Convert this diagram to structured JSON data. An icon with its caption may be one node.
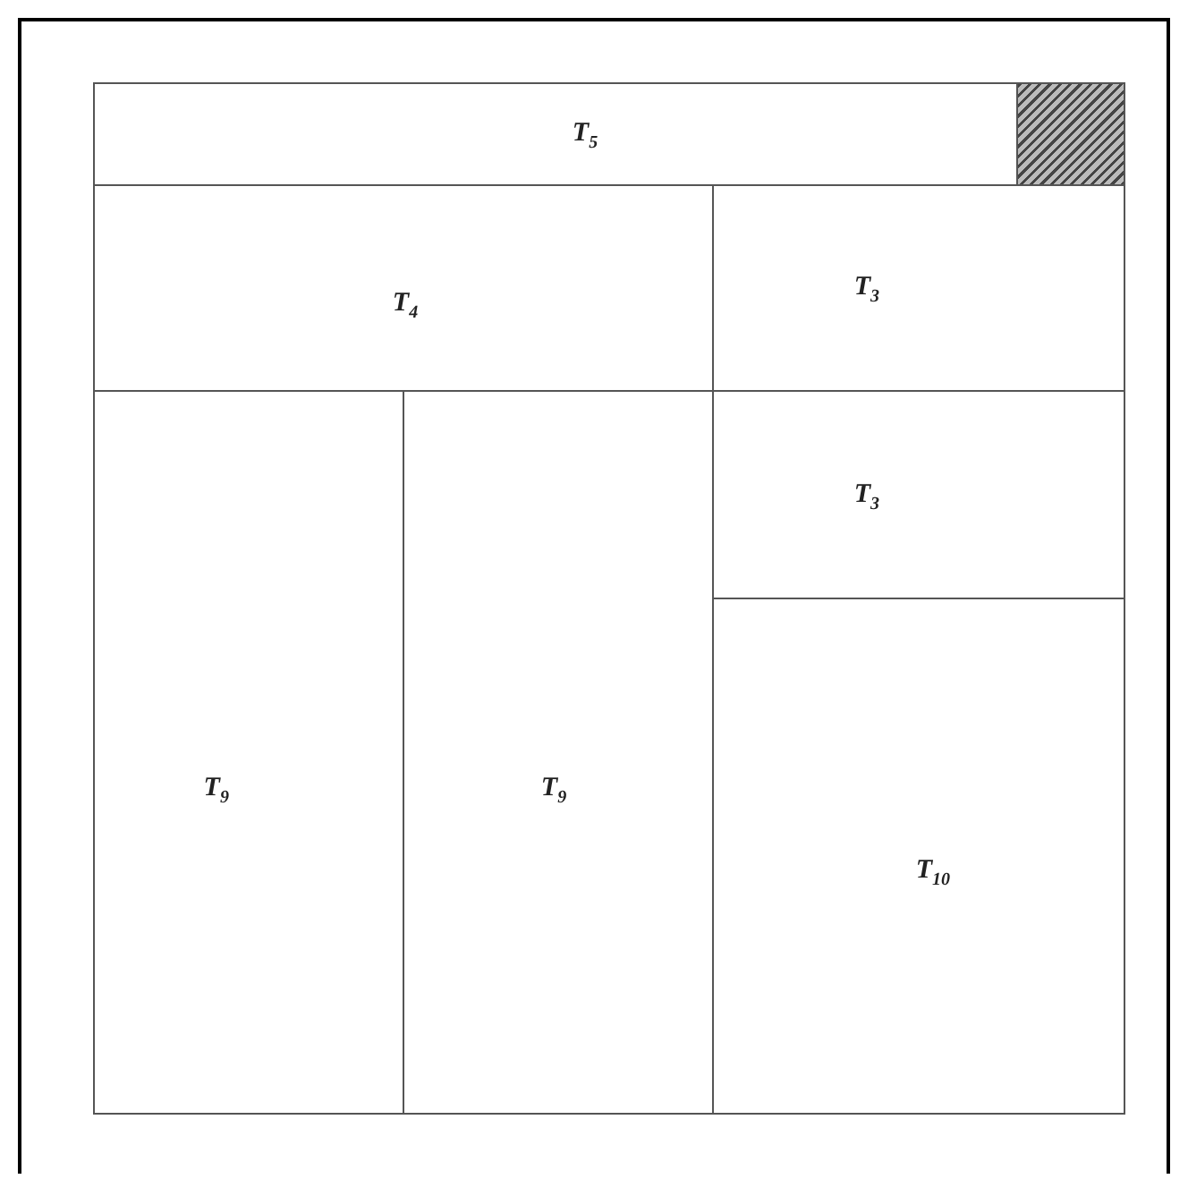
{
  "diagram": {
    "nodes": [
      {
        "text": [
          "T$_{5}$"
        ]
      },
      {
        "text": [],
        "shape": "box"
      },
      {
        "text": [
          "T$_{4}$"
        ]
      },
      {
        "text": [
          "T$_{3}$"
        ]
      },
      {
        "text": [
          "T$_{9}$"
        ]
      },
      {
        "text": [
          "T$_{9}$"
        ]
      },
      {
        "text": [
          "T$_{3}$"
        ]
      },
      {
        "text": [
          "T$_{10}$"
        ]
      }
    ]
  }
}
